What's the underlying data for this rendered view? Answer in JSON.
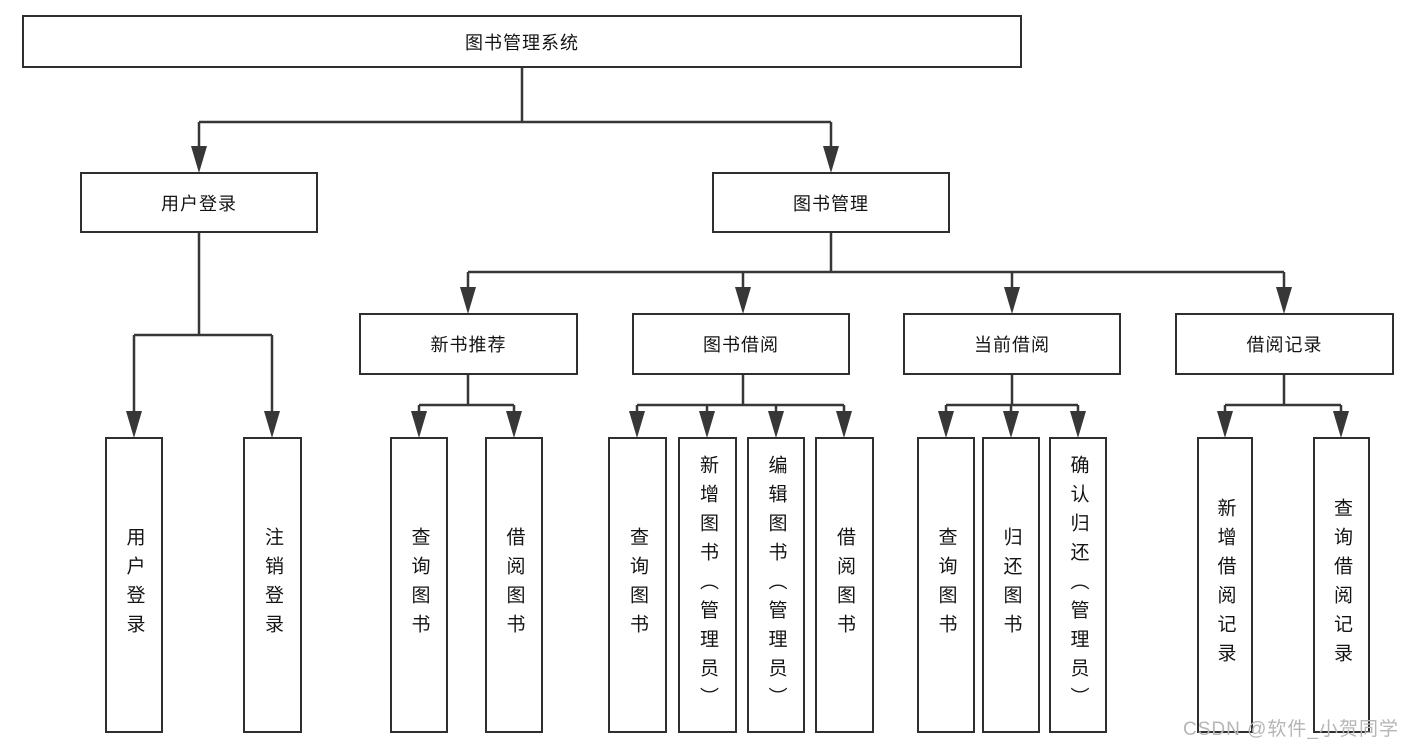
{
  "diagram": {
    "type": "hierarchy-tree",
    "tree": {
      "label": "图书管理系统",
      "children": [
        {
          "label": "用户登录",
          "children": [
            {
              "label": "用户登录"
            },
            {
              "label": "注销登录"
            }
          ]
        },
        {
          "label": "图书管理",
          "children": [
            {
              "label": "新书推荐",
              "children": [
                {
                  "label": "查询图书"
                },
                {
                  "label": "借阅图书"
                }
              ]
            },
            {
              "label": "图书借阅",
              "children": [
                {
                  "label": "查询图书"
                },
                {
                  "label": "新增图书（管理员）"
                },
                {
                  "label": "编辑图书（管理员）"
                },
                {
                  "label": "借阅图书"
                }
              ]
            },
            {
              "label": "当前借阅",
              "children": [
                {
                  "label": "查询图书"
                },
                {
                  "label": "归还图书"
                },
                {
                  "label": "确认归还（管理员）"
                }
              ]
            },
            {
              "label": "借阅记录",
              "children": [
                {
                  "label": "新增借阅记录"
                },
                {
                  "label": "查询借阅记录"
                }
              ]
            }
          ]
        }
      ]
    },
    "colors": {
      "line": "#373737",
      "box_border": "#2f2f2f",
      "text": "#141414",
      "watermark": "#b6b6b6",
      "background": "#ffffff"
    }
  },
  "watermark": {
    "text": "CSDN @软件_小贺同学"
  }
}
